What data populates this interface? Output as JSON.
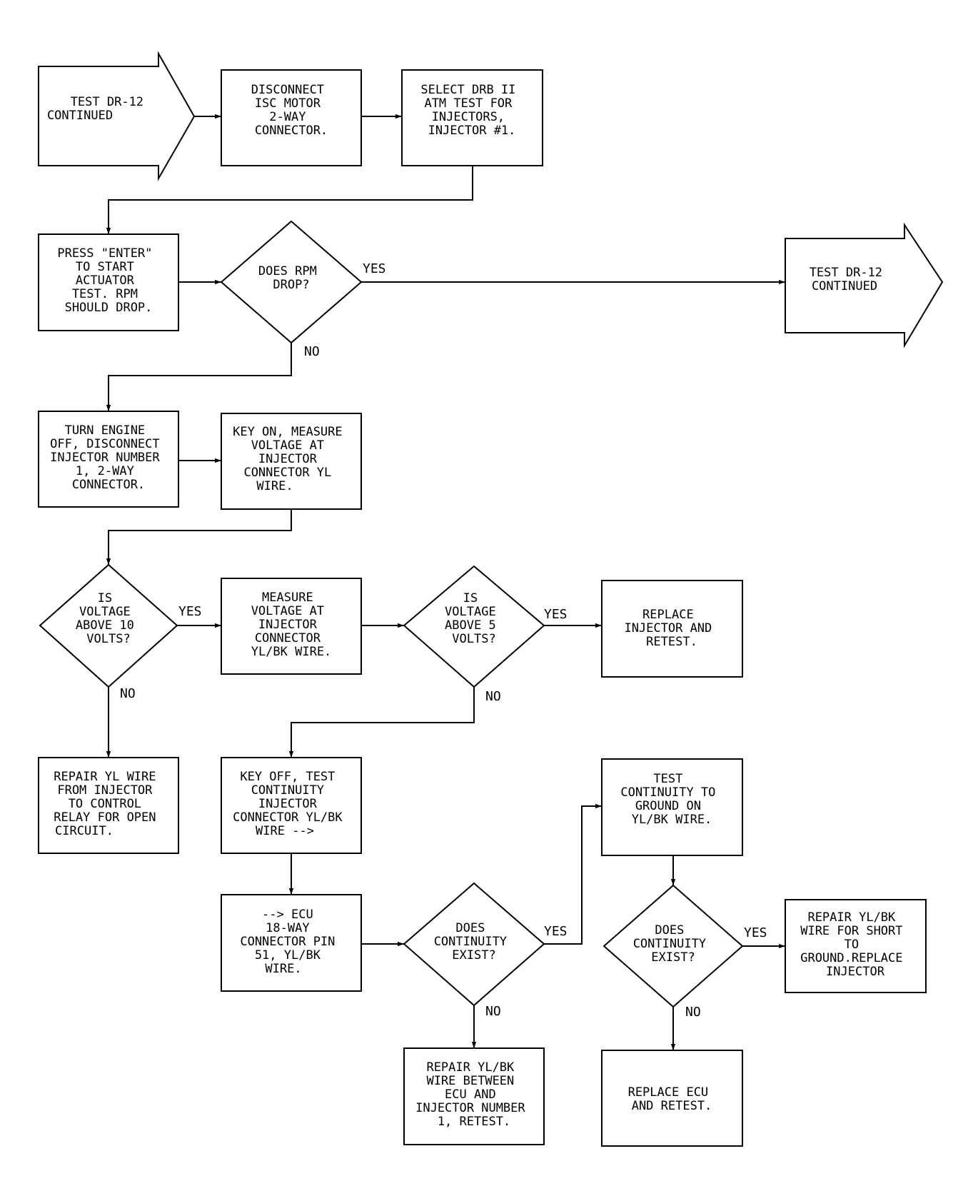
{
  "nodes": {
    "start": {
      "lines": [
        "TEST DR-12",
        "CONTINUED"
      ]
    },
    "n1": {
      "lines": [
        "DISCONNECT",
        "ISC MOTOR",
        "2-WAY",
        "CONNECTOR."
      ]
    },
    "n2": {
      "lines": [
        "SELECT DRB II",
        "ATM TEST FOR",
        "INJECTORS,",
        "INJECTOR #1."
      ]
    },
    "n3": {
      "lines": [
        "PRESS \"ENTER\"",
        "TO START",
        "ACTUATOR",
        "TEST. RPM",
        "SHOULD DROP."
      ]
    },
    "d1": {
      "lines": [
        "DOES RPM",
        "DROP?"
      ]
    },
    "end": {
      "lines": [
        "TEST DR-12",
        "CONTINUED"
      ]
    },
    "n4": {
      "lines": [
        "TURN ENGINE",
        "OFF, DISCONNECT",
        "INJECTOR NUMBER",
        "1, 2-WAY",
        "CONNECTOR."
      ]
    },
    "n5": {
      "lines": [
        "KEY ON, MEASURE",
        "VOLTAGE AT",
        "INJECTOR",
        "CONNECTOR YL",
        "WIRE."
      ]
    },
    "d2": {
      "lines": [
        "IS",
        "VOLTAGE",
        "ABOVE 10",
        "VOLTS?"
      ]
    },
    "n6": {
      "lines": [
        "MEASURE",
        "VOLTAGE AT",
        "INJECTOR",
        "CONNECTOR",
        "YL/BK WIRE."
      ]
    },
    "d3": {
      "lines": [
        "IS",
        "VOLTAGE",
        "ABOVE 5",
        "VOLTS?"
      ]
    },
    "n7": {
      "lines": [
        "REPLACE",
        "INJECTOR AND",
        "RETEST."
      ]
    },
    "n8": {
      "lines": [
        "REPAIR YL WIRE",
        "FROM INJECTOR",
        "TO CONTROL",
        "RELAY FOR OPEN",
        "CIRCUIT."
      ]
    },
    "n9": {
      "lines": [
        "KEY OFF, TEST",
        "CONTINUITY",
        "INJECTOR",
        "CONNECTOR YL/BK",
        "WIRE -->"
      ]
    },
    "n10": {
      "lines": [
        "TEST",
        "CONTINUITY TO",
        "GROUND ON",
        "YL/BK WIRE."
      ]
    },
    "n11": {
      "lines": [
        "--> ECU",
        "18-WAY",
        "CONNECTOR PIN",
        "51, YL/BK",
        "WIRE."
      ]
    },
    "d4": {
      "lines": [
        "DOES",
        "CONTINUITY",
        "EXIST?"
      ]
    },
    "d5": {
      "lines": [
        "DOES",
        "CONTINUITY",
        "EXIST?"
      ]
    },
    "n12": {
      "lines": [
        "REPAIR YL/BK",
        "WIRE FOR SHORT",
        "TO",
        "GROUND.REPLACE",
        "INJECTOR"
      ]
    },
    "n13": {
      "lines": [
        "REPAIR YL/BK",
        "WIRE BETWEEN",
        "ECU AND",
        "INJECTOR NUMBER",
        "1, RETEST."
      ]
    },
    "n14": {
      "lines": [
        "REPLACE ECU",
        "AND RETEST."
      ]
    }
  },
  "edge_labels": {
    "d1_yes": "YES",
    "d1_no": "NO",
    "d2_yes": "YES",
    "d2_no": "NO",
    "d3_yes": "YES",
    "d3_no": "NO",
    "d4_yes": "YES",
    "d4_no": "NO",
    "d5_yes": "YES",
    "d5_no": "NO"
  }
}
